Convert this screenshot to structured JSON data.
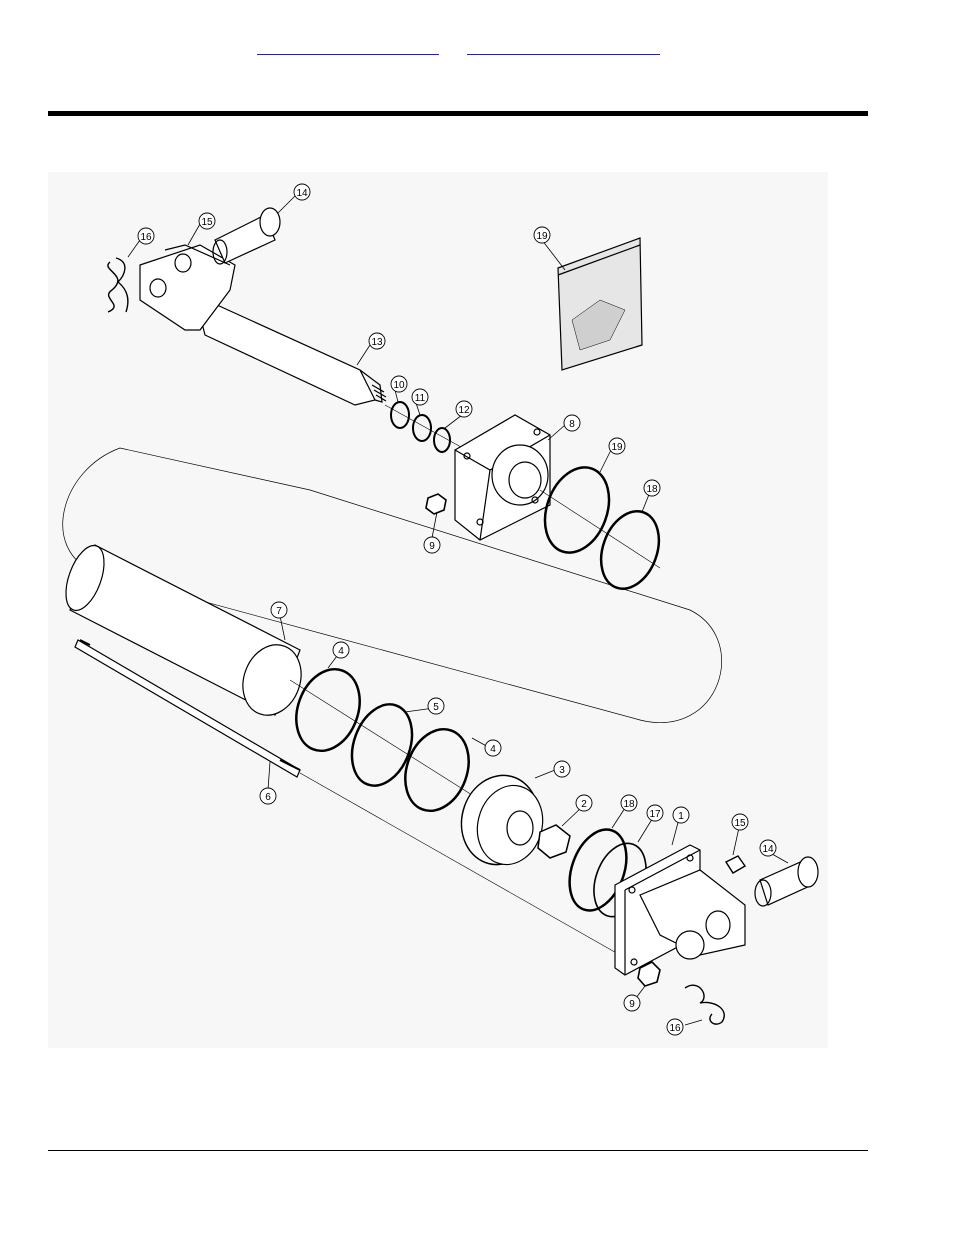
{
  "header": {
    "link_left": "",
    "link_right": ""
  },
  "diagram": {
    "callouts": {
      "c14a": "14",
      "c15a": "15",
      "c16a": "16",
      "c19a": "19",
      "c13": "13",
      "c10": "10",
      "c11": "11",
      "c12": "12",
      "c8": "8",
      "c19b": "19",
      "c18a": "18",
      "c9a": "9",
      "c7": "7",
      "c4a": "4",
      "c5": "5",
      "c4b": "4",
      "c6": "6",
      "c3": "3",
      "c2": "2",
      "c18b": "18",
      "c17": "17",
      "c1": "1",
      "c15b": "15",
      "c14b": "14",
      "c9b": "9",
      "c16b": "16"
    }
  }
}
